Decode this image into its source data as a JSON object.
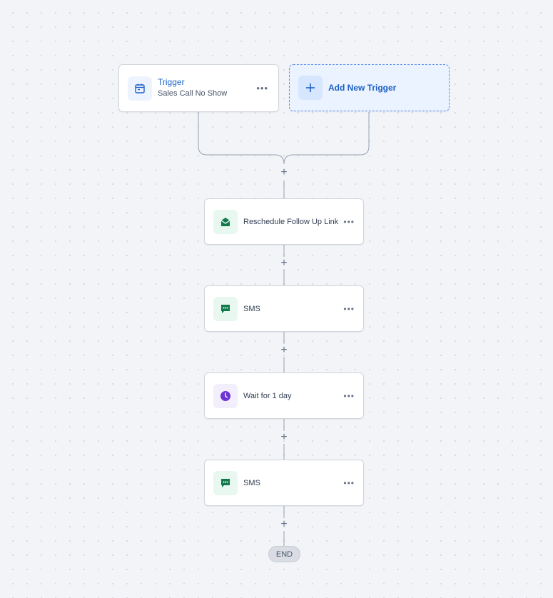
{
  "trigger": {
    "title": "Trigger",
    "subtitle": "Sales Call No Show",
    "icon": "calendar-icon",
    "more": "•••"
  },
  "add_trigger": {
    "label": "Add New Trigger",
    "icon": "plus-icon",
    "symbol": "+"
  },
  "steps": [
    {
      "label": "Reschedule Follow Up Link",
      "icon": "email-open-icon",
      "more": "•••"
    },
    {
      "label": "SMS",
      "icon": "chat-bubble-icon",
      "more": "•••"
    },
    {
      "label": "Wait for 1 day",
      "icon": "clock-icon",
      "more": "•••"
    },
    {
      "label": "SMS",
      "icon": "chat-bubble-icon",
      "more": "•••"
    }
  ],
  "add_step_symbol": "+",
  "end_label": "END",
  "colors": {
    "background": "#f2f4f7",
    "trigger_accent": "#1d63c9",
    "green_action": "#127a4a",
    "purple_wait": "#6d35d6",
    "add_trigger_bg": "#eaf3ff"
  }
}
